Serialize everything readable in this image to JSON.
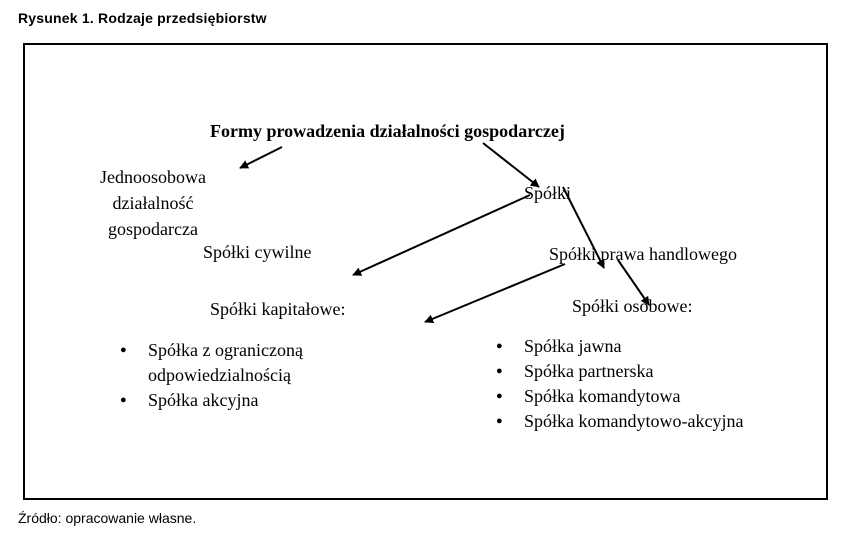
{
  "figure": {
    "caption": "Rysunek 1. Rodzaje przedsiębiorstw",
    "source": "Źródło: opracowanie własne."
  },
  "diagram": {
    "root": "Formy prowadzenia działalności gospodarczej",
    "sole": [
      "Jednoosobowa",
      "działalność",
      "gospodarcza"
    ],
    "companies": "Spółki",
    "civil": "Spółki cywilne",
    "commercial": "Spółki prawa handlowego",
    "capital": {
      "label": "Spółki kapitałowe:",
      "items": [
        "Spółka z ograniczoną odpowiedzialnością",
        "Spółka akcyjna"
      ]
    },
    "partnership": {
      "label": "Spółki osobowe:",
      "items": [
        "Spółka jawna",
        "Spółka partnerska",
        "Spółka komandytowa",
        "Spółka komandytowo-akcyjna"
      ]
    }
  },
  "colors": {
    "line": "#000000",
    "background": "#ffffff"
  }
}
